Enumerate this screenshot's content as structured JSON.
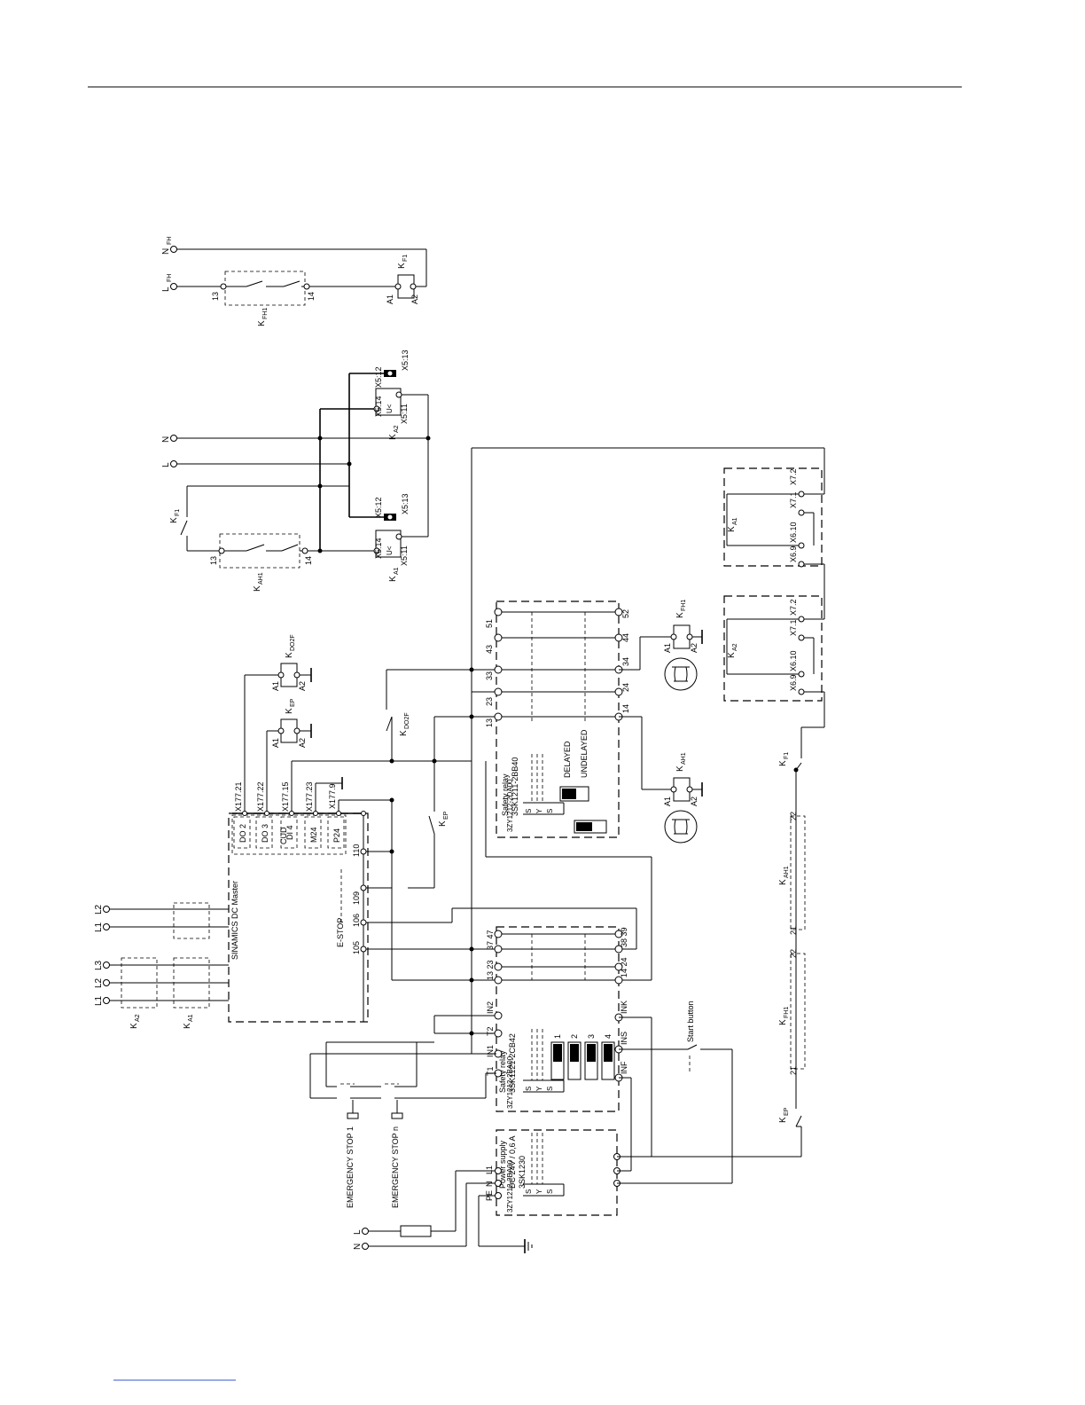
{
  "texts": {
    "nfh": "N",
    "nfh_sub": "FH",
    "lfh": "L",
    "lfh_sub": "FH",
    "kfh1": "K",
    "kfh1_sub": "FH1",
    "kf1": "K",
    "kf1_sub": "F1",
    "n_top": "N",
    "l_top": "L",
    "kah1": "K",
    "kah1_sub": "AH1",
    "ka1": "K",
    "ka1_sub": "A1",
    "ka2": "K",
    "ka2_sub": "A2",
    "kdo2f": "K",
    "kdo2f_sub": "DO2F",
    "kep": "K",
    "kep_sub": "EP",
    "u_lt": "U<",
    "x5_12": "X5:12",
    "x5_13": "X5:13",
    "x5_14": "X5:14",
    "x5_11": "X5:11",
    "a1": "A1",
    "a2": "A2",
    "n13": "13",
    "n14": "14",
    "sinamics": "SINAMICS DC Master",
    "cud": "CUD",
    "do2": "DO 2",
    "do3": "DO 3",
    "di4": "DI 4",
    "m24": "M24",
    "p24": "P24",
    "x177_21": "X177.21",
    "x177_22": "X177.22",
    "x177_15": "X177.15",
    "x177_23": "X177.23",
    "x177_9": "X177.9",
    "t110": "110",
    "t109": "109",
    "t106": "106",
    "t105": "105",
    "estop": "E-STOP",
    "l1": "L1",
    "l2": "L2",
    "l3": "L3",
    "relay1_name": "Safety relay",
    "relay1_model": "3SK1211-2BB40",
    "relay1_acc": "3ZY1212-2DA00",
    "delayed": "DELAYED",
    "undelayed": "UNDELAYED",
    "t13": "13",
    "t23": "23",
    "t33": "33",
    "t43": "43",
    "t51": "51",
    "t14": "14",
    "t24": "24",
    "t34": "34",
    "t44": "44",
    "t52": "52",
    "relay2_name": "Safety relay",
    "relay2_model": "3SK1121-2CB42",
    "relay2_acc": "3ZY1212-2BA00",
    "in1": "IN1",
    "in2": "IN2",
    "t1": "T1",
    "t2": "T2",
    "ink": "INK",
    "ins": "INS",
    "inf": "INF",
    "t13_23": "13 23",
    "t37_47": "37 47",
    "t14_24": "14 24",
    "t38_39": "38 39",
    "sw1": "1",
    "sw2": "2",
    "sw3": "3",
    "sw4": "4",
    "s": "S",
    "y": "Y",
    "estop1": "EMERGENCY STOP 1",
    "estopn": "EMERGENCY STOP n",
    "start_button": "Start button",
    "ps_name": "Power supply",
    "ps_rating": "DC 24V / 0,6 A",
    "ps_model": "3SK1230",
    "ps_acc": "3ZY1212-2BA00",
    "pe": "PE",
    "ps_n": "N",
    "ps_l1": "L1",
    "n_bot": "N",
    "l_bot": "L",
    "x7_2": "X7.2",
    "x7_1": "X7.1",
    "x6_10": "X6.10",
    "x6_9": "X6.9",
    "n21": "21",
    "n22": "22"
  }
}
